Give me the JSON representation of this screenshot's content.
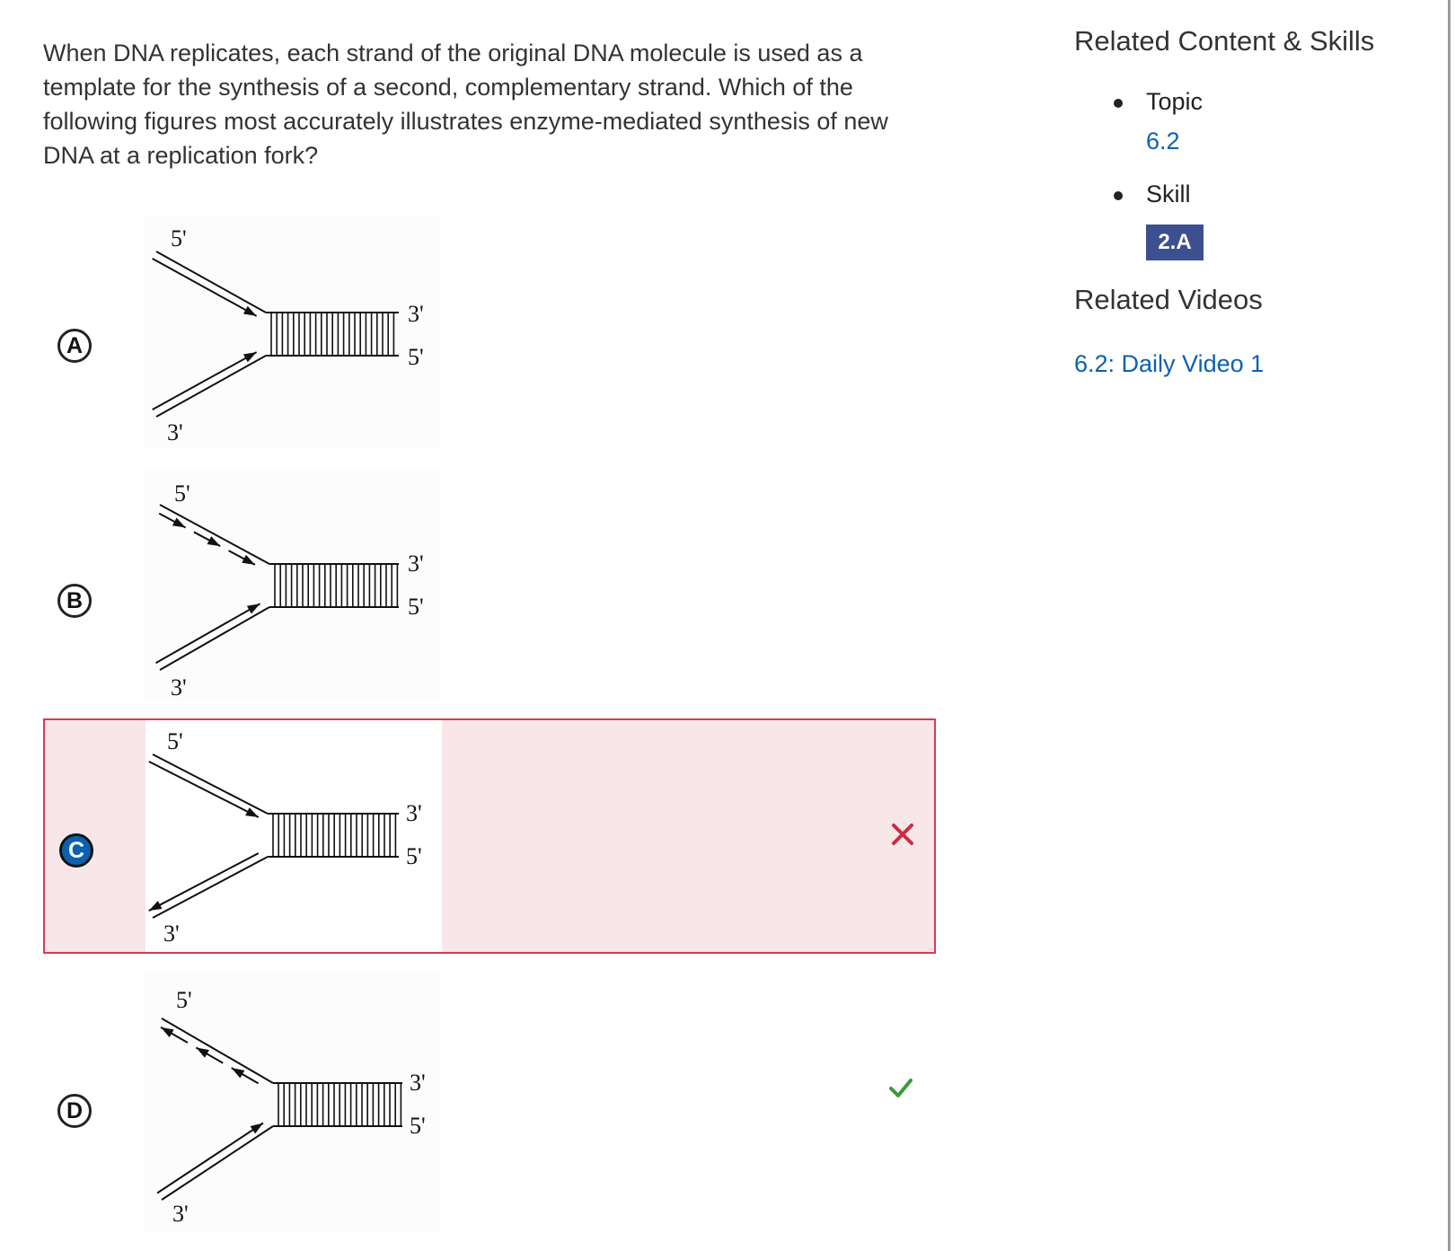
{
  "question": {
    "text": "When DNA replicates, each strand of the original DNA molecule is used as a template for the synthesis of a second, complementary strand. Which of the following figures most accurately illustrates enzyme-mediated synthesis of new DNA at a replication fork?"
  },
  "choices": [
    {
      "letter": "A",
      "labels": {
        "top_left": "5'",
        "bottom_left": "3'",
        "right_top": "3'",
        "right_bottom": "5'"
      },
      "selected": false,
      "result": ""
    },
    {
      "letter": "B",
      "labels": {
        "top_left": "5'",
        "bottom_left": "3'",
        "right_top": "3'",
        "right_bottom": "5'"
      },
      "selected": false,
      "result": ""
    },
    {
      "letter": "C",
      "labels": {
        "top_left": "5'",
        "bottom_left": "3'",
        "right_top": "3'",
        "right_bottom": "5'"
      },
      "selected": true,
      "result": "incorrect"
    },
    {
      "letter": "D",
      "labels": {
        "top_left": "5'",
        "bottom_left": "3'",
        "right_top": "3'",
        "right_bottom": "5'"
      },
      "selected": false,
      "result": "correct"
    }
  ],
  "sidebar": {
    "related_heading": "Related Content & Skills",
    "topic_label": "Topic",
    "topic_value": "6.2",
    "skill_label": "Skill",
    "skill_value": "2.A",
    "videos_heading": "Related Videos",
    "video_link": "6.2: Daily Video 1"
  },
  "colors": {
    "link": "#0b61b0",
    "selected_letter": "#0b61b0",
    "wrong_border": "#d83a52",
    "wrong_bg": "#f7e7e9",
    "skill_badge": "#3c4f8f",
    "correct_check": "#3a9a3a",
    "incorrect_x": "#cc2a45"
  },
  "icons": {
    "incorrect": "x-icon",
    "correct": "checkmark-icon"
  }
}
